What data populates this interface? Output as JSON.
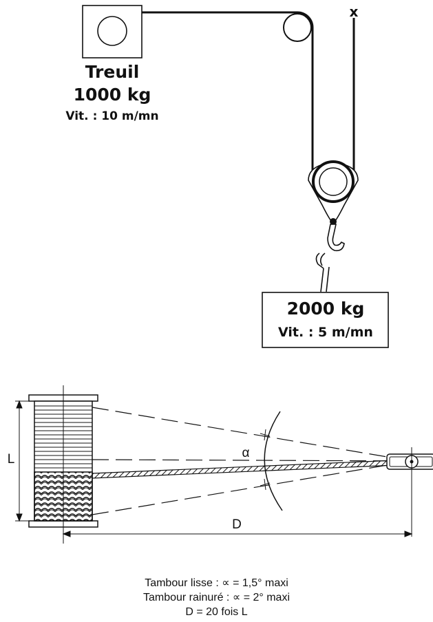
{
  "top_diagram": {
    "winch_name": "Treuil",
    "winch_capacity": "1000 kg",
    "winch_speed": "Vit. : 10 m/mn",
    "anchor_mark": "x",
    "load_weight": "2000 kg",
    "load_speed": "Vit. : 5 m/mn"
  },
  "bottom_diagram": {
    "length_label": "L",
    "distance_label": "D",
    "angle_label": "α"
  },
  "caption": {
    "line1": "Tambour lisse : ∝ = 1,5° maxi",
    "line2": "Tambour rainuré : ∝ = 2° maxi",
    "line3": "D = 20  fois L"
  }
}
